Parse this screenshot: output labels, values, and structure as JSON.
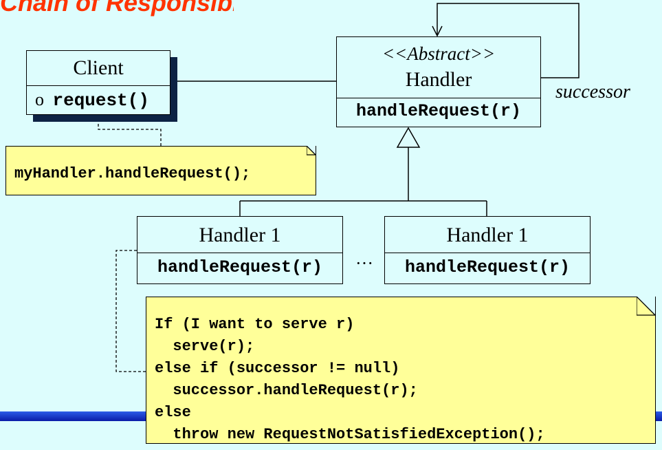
{
  "title_fragment": "Chain of Responsibility",
  "client": {
    "name": "Client",
    "operation_bullet": "o",
    "operation": "request()"
  },
  "handler": {
    "stereotype": "<<Abstract>>",
    "name": "Handler",
    "operation": "handleRequest(r)",
    "self_association_label": "successor"
  },
  "concrete_handlers": [
    {
      "name": "Handler 1",
      "operation": "handleRequest(r)"
    },
    {
      "name": "Handler 1",
      "operation": "handleRequest(r)"
    }
  ],
  "ellipsis": "···",
  "client_note": "myHandler.handleRequest();",
  "handler_note_lines": [
    "If (I want to serve r)",
    "  serve(r);",
    "else if (successor != null)",
    "  successor.handleRequest(r);",
    "else",
    "  throw new RequestNotSatisfiedException();"
  ],
  "colors": {
    "background": "#ddfdfd",
    "note": "#ffff99",
    "title": "#ff3300",
    "bar": "#1a3ccc",
    "shadow": "#0d2244"
  }
}
